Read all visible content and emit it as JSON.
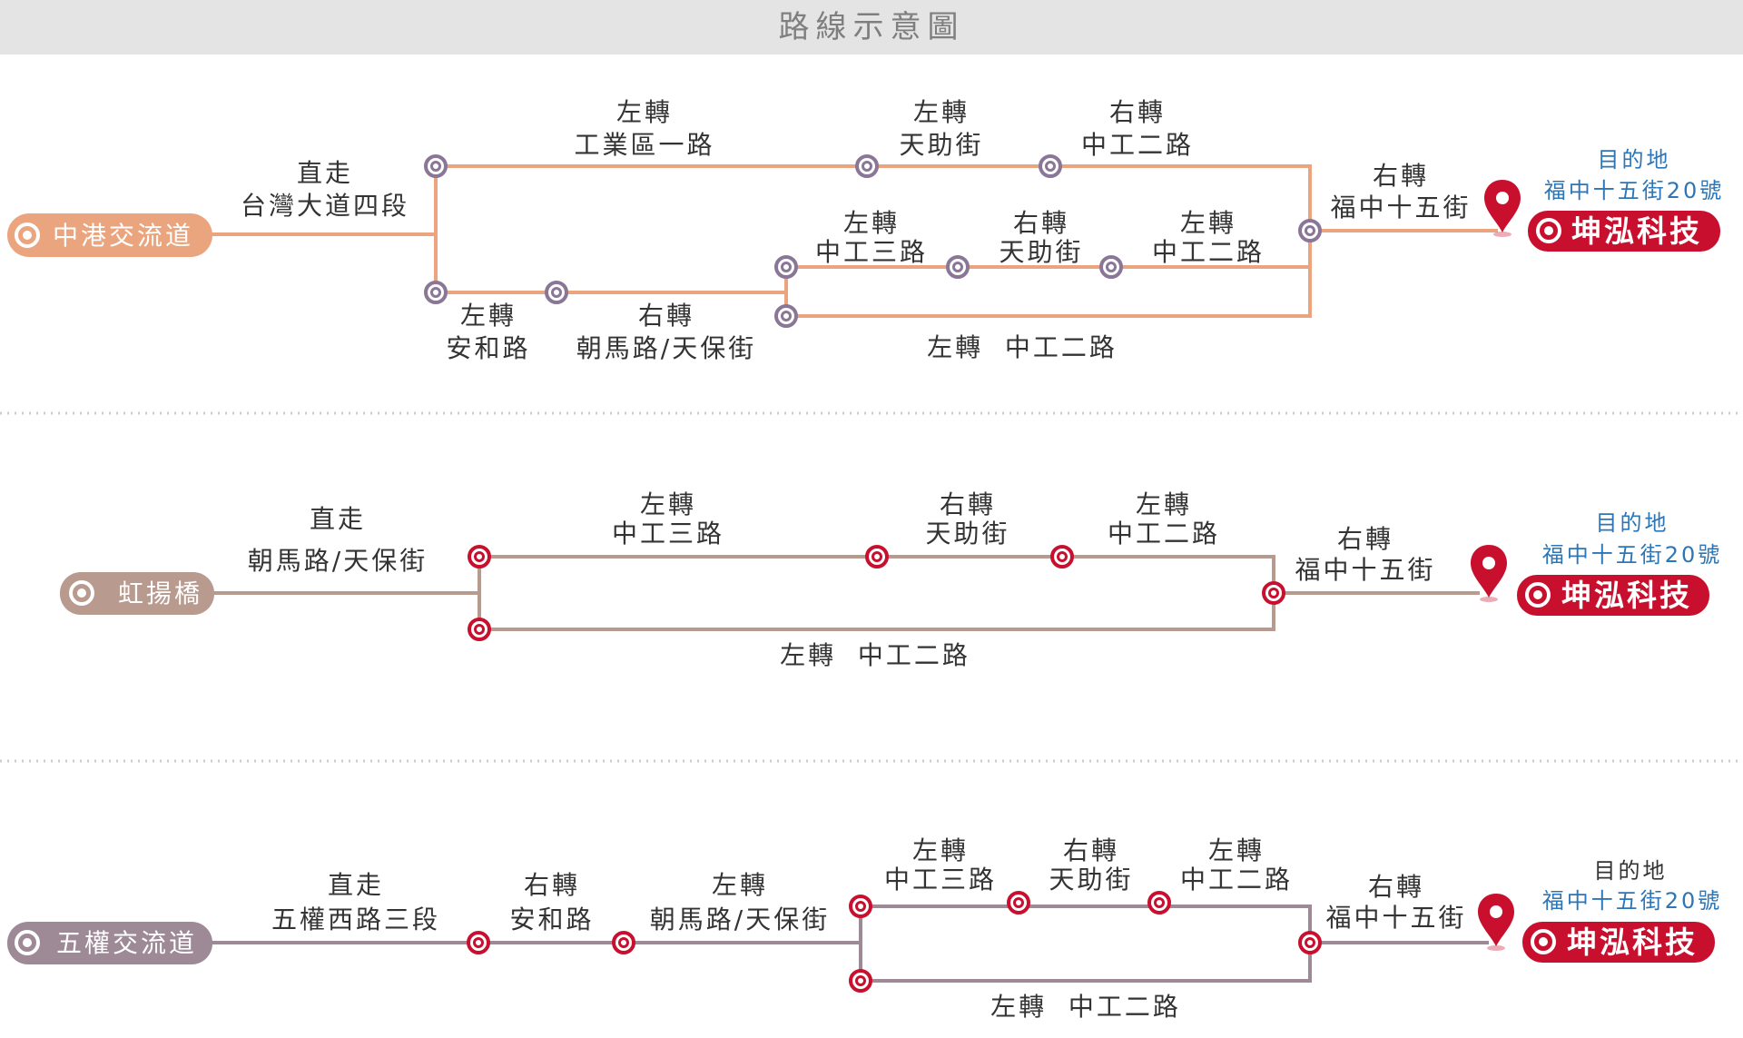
{
  "title": "路線示意圖",
  "colors": {
    "route1": "#eba57e",
    "route2": "#b89a8f",
    "route3": "#9e8997",
    "node_ring": "#8a7696",
    "dest": "#c8102e",
    "dest_text": "#2e75b6",
    "divider": "#cccccc"
  },
  "routes": [
    {
      "start": "中港交流道",
      "labels": {
        "a": [
          "直走",
          "台灣大道四段"
        ],
        "b": [
          "左轉",
          "工業區一路"
        ],
        "c": [
          "左轉",
          "天助街"
        ],
        "d": [
          "右轉",
          "中工二路"
        ],
        "e": [
          "左轉",
          "中工三路"
        ],
        "f": [
          "右轉",
          "天助街"
        ],
        "g": [
          "左轉",
          "中工二路"
        ],
        "h": [
          "左轉",
          "安和路"
        ],
        "i": [
          "右轉",
          "朝馬路/天保街"
        ],
        "j": [
          "左轉  中工二路"
        ],
        "k": [
          "右轉",
          "福中十五街"
        ]
      },
      "destination": {
        "heading": "目的地",
        "address": "福中十五街20號",
        "name": "坤泓科技"
      }
    },
    {
      "start": "虹揚橋",
      "labels": {
        "a": [
          "直走",
          "朝馬路/天保街"
        ],
        "b": [
          "左轉",
          "中工三路"
        ],
        "c": [
          "右轉",
          "天助街"
        ],
        "d": [
          "左轉",
          "中工二路"
        ],
        "e": [
          "左轉  中工二路"
        ],
        "f": [
          "右轉",
          "福中十五街"
        ]
      },
      "destination": {
        "heading": "目的地",
        "address": "福中十五街20號",
        "name": "坤泓科技"
      }
    },
    {
      "start": "五權交流道",
      "labels": {
        "a": [
          "直走",
          "五權西路三段"
        ],
        "b": [
          "右轉",
          "安和路"
        ],
        "c": [
          "左轉",
          "朝馬路/天保街"
        ],
        "d": [
          "左轉",
          "中工三路"
        ],
        "e": [
          "右轉",
          "天助街"
        ],
        "f": [
          "左轉",
          "中工二路"
        ],
        "g": [
          "左轉  中工二路"
        ],
        "h": [
          "右轉",
          "福中十五街"
        ]
      },
      "destination": {
        "heading": "目的地",
        "address": "福中十五街20號",
        "name": "坤泓科技"
      }
    }
  ]
}
